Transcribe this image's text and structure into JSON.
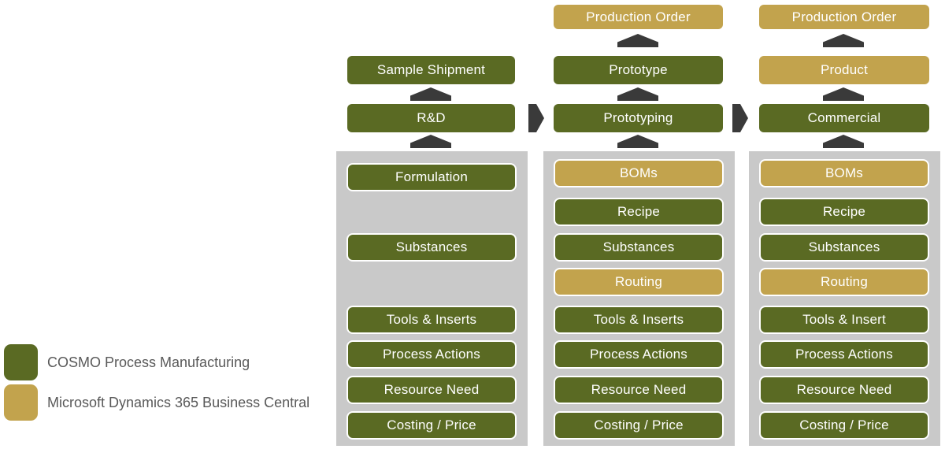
{
  "diagram": {
    "colors": {
      "cosmo": "#5a6a23",
      "bc": "#c2a34d",
      "arrow": "#3a3a3a",
      "panel": "#c9c9c9"
    },
    "legend": [
      {
        "label": "COSMO Process Manufacturing",
        "color": "#5a6a23"
      },
      {
        "label": "Microsoft Dynamics 365 Business Central",
        "color": "#c2a34d"
      }
    ],
    "columns": [
      {
        "name": "R&D",
        "stack": [
          {
            "label": "Sample Shipment",
            "color": "#5a6a23"
          },
          {
            "label": "R&D",
            "color": "#5a6a23"
          }
        ],
        "panel": [
          {
            "label": "Formulation",
            "color": "#5a6a23"
          },
          {
            "label": "Substances",
            "color": "#5a6a23"
          },
          {
            "label": "Tools & Inserts",
            "color": "#5a6a23"
          },
          {
            "label": "Process Actions",
            "color": "#5a6a23"
          },
          {
            "label": "Resource Need",
            "color": "#5a6a23"
          },
          {
            "label": "Costing / Price",
            "color": "#5a6a23"
          }
        ]
      },
      {
        "name": "Prototyping",
        "stack": [
          {
            "label": "Production Order",
            "color": "#c2a34d"
          },
          {
            "label": "Prototype",
            "color": "#5a6a23"
          },
          {
            "label": "Prototyping",
            "color": "#5a6a23"
          }
        ],
        "panel": [
          {
            "label": "BOMs",
            "color": "#c2a34d"
          },
          {
            "label": "Recipe",
            "color": "#5a6a23"
          },
          {
            "label": "Substances",
            "color": "#5a6a23"
          },
          {
            "label": "Routing",
            "color": "#c2a34d"
          },
          {
            "label": "Tools & Inserts",
            "color": "#5a6a23"
          },
          {
            "label": "Process Actions",
            "color": "#5a6a23"
          },
          {
            "label": "Resource Need",
            "color": "#5a6a23"
          },
          {
            "label": "Costing / Price",
            "color": "#5a6a23"
          }
        ]
      },
      {
        "name": "Commercial",
        "stack": [
          {
            "label": "Production Order",
            "color": "#c2a34d"
          },
          {
            "label": "Product",
            "color": "#c2a34d"
          },
          {
            "label": "Commercial",
            "color": "#5a6a23"
          }
        ],
        "panel": [
          {
            "label": "BOMs",
            "color": "#c2a34d"
          },
          {
            "label": "Recipe",
            "color": "#5a6a23"
          },
          {
            "label": "Substances",
            "color": "#5a6a23"
          },
          {
            "label": "Routing",
            "color": "#c2a34d"
          },
          {
            "label": "Tools & Insert",
            "color": "#5a6a23"
          },
          {
            "label": "Process Actions",
            "color": "#5a6a23"
          },
          {
            "label": "Resource Need",
            "color": "#5a6a23"
          },
          {
            "label": "Costing / Price",
            "color": "#5a6a23"
          }
        ]
      }
    ]
  }
}
